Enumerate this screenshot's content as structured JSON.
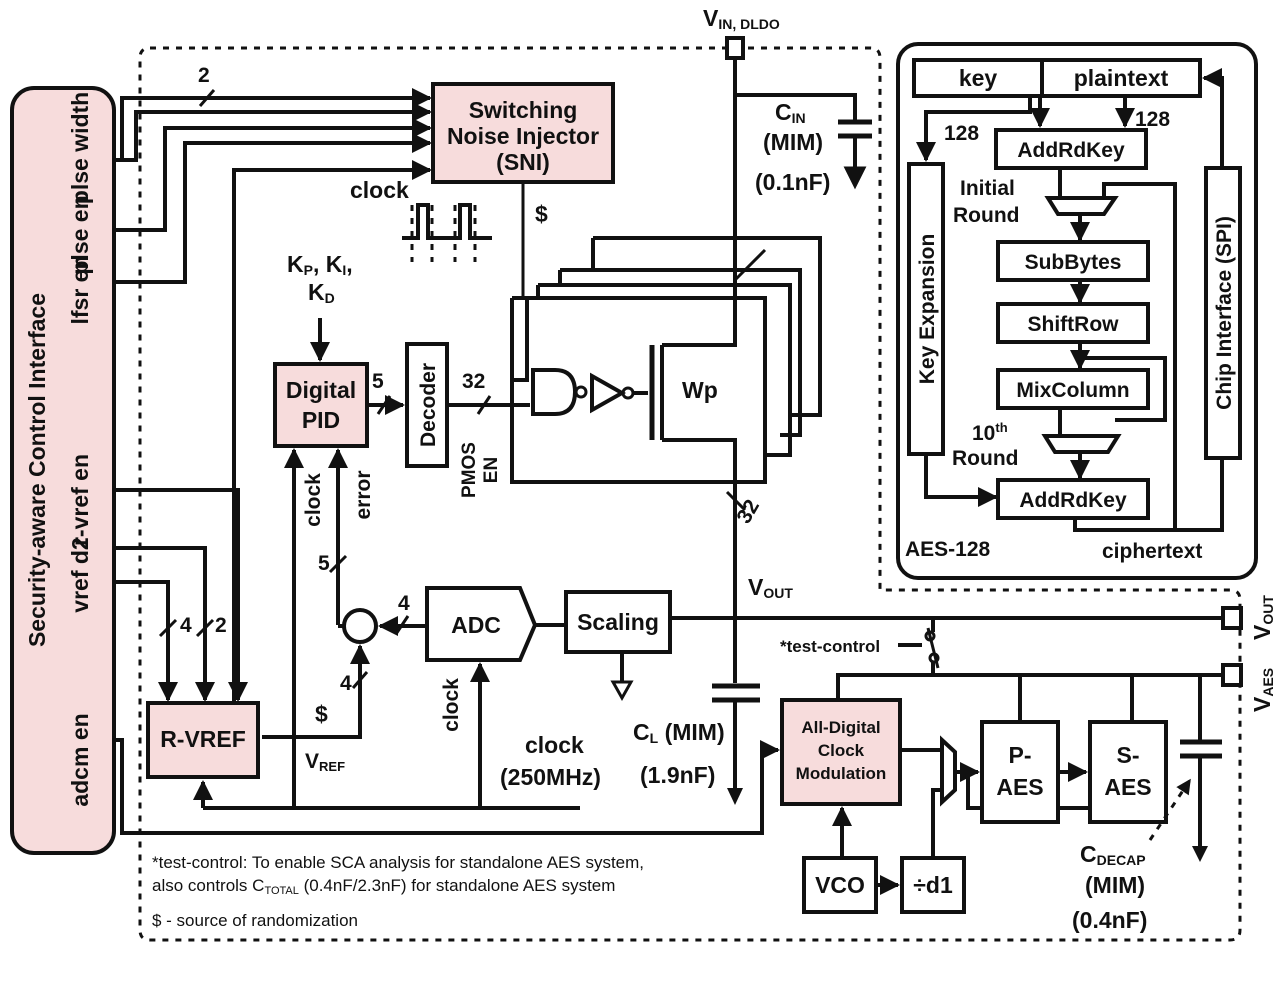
{
  "labels": {
    "vin_dldo": "V",
    "vin_dldo_sub": "IN, DLDO",
    "control_interface": "Security-aware Control Interface",
    "pulse_width": "plse width",
    "pulse_en": "plse en",
    "lfsr_en": "lfsr en",
    "r_vref_en": "r-vref en",
    "vref_d2": "vref d2",
    "adcm_en": "adcm en",
    "bus_2_top": "2",
    "sni_line1": "Switching",
    "sni_line2": "Noise Injector",
    "sni_line3": "(SNI)",
    "clock_sni": "clock",
    "dollar_sni": "$",
    "kp": "K",
    "kp_sub": "P",
    "ki": "K",
    "ki_sub": "I",
    "kd": "K",
    "kd_sub": "D",
    "pid_line1": "Digital",
    "pid_line2": "PID",
    "pid_bus": "5",
    "decoder": "Decoder",
    "bus_32": "32",
    "pmos_en_1": "PMOS",
    "pmos_en_2": "EN",
    "wp": "Wp",
    "bus_32_out": "32",
    "cin": "C",
    "cin_sub": "IN",
    "cin_mim": "(MIM)",
    "cin_value": "(0.1nF)",
    "vout": "V",
    "vout_sub": "OUT",
    "clock_pid": "clock",
    "error": "error",
    "bus_5": "5",
    "bus_4_adc": "4",
    "adc": "ADC",
    "scaling": "Scaling",
    "clock_adc": "clock",
    "bus_4_vref": "4",
    "bus_4_left": "4",
    "bus_2_left": "2",
    "rvref": "R-VREF",
    "dollar_rvref": "$",
    "vref": "V",
    "vref_sub": "REF",
    "clock_250": "clock",
    "clock_250_value": "(250MHz)",
    "cl": "C",
    "cl_sub": "L",
    "cl_mim": " (MIM)",
    "cl_value": "(1.9nF)",
    "test_control": "*test-control",
    "vout_pin": "V",
    "vout_pin_sub": "OUT",
    "vaes_pin": "V",
    "vaes_pin_sub": "AES",
    "adcm_line1": "All-Digital",
    "adcm_line2": "Clock",
    "adcm_line3": "Modulation",
    "paes_1": "P-",
    "paes_2": "AES",
    "saes_1": "S-",
    "saes_2": "AES",
    "vco": "VCO",
    "div": "÷d1",
    "cdecap": "C",
    "cdecap_sub": "DECAP",
    "cdecap_mim": "(MIM)",
    "cdecap_value": "(0.4nF)",
    "note_1": "*test-control: To enable SCA analysis for standalone AES system,",
    "note_2a": "also controls C",
    "note_2_sub": "TOTAL",
    "note_2b": " (0.4nF/2.3nF) for standalone AES system",
    "note_3": "$ - source of randomization",
    "aes": {
      "key": "key",
      "plaintext": "plaintext",
      "bus_128_a": "128",
      "bus_128_b": "128",
      "addrdkey_1": "AddRdKey",
      "initial_1": "Initial",
      "initial_2": "Round",
      "subbytes": "SubBytes",
      "shiftrow": "ShiftRow",
      "mixcolumn": "MixColumn",
      "tenth": "10",
      "tenth_sup": "th",
      "tenth_2": "Round",
      "addrdkey_2": "AddRdKey",
      "key_expansion": "Key Expansion",
      "chip_interface": "Chip Interface (SPI)",
      "title": "AES-128",
      "ciphertext": "ciphertext"
    }
  },
  "colors": {
    "highlight_fill": "#f7dcdc",
    "stroke": "#111111",
    "clock_shadow": "#b0b0b0"
  }
}
